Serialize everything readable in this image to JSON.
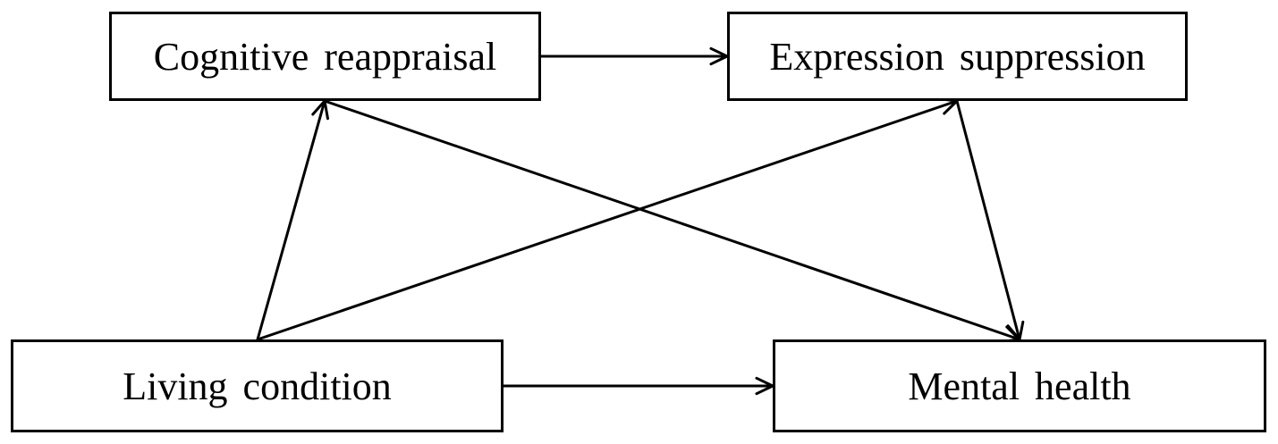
{
  "nodes": {
    "cognitive_reappraisal": {
      "label": "Cognitive reappraisal"
    },
    "expression_suppression": {
      "label": "Expression suppression"
    },
    "living_condition": {
      "label": "Living condition"
    },
    "mental_health": {
      "label": "Mental health"
    }
  },
  "edges": [
    {
      "from": "cognitive_reappraisal",
      "to": "expression_suppression"
    },
    {
      "from": "living_condition",
      "to": "cognitive_reappraisal"
    },
    {
      "from": "living_condition",
      "to": "expression_suppression"
    },
    {
      "from": "living_condition",
      "to": "mental_health"
    },
    {
      "from": "cognitive_reappraisal",
      "to": "mental_health"
    },
    {
      "from": "expression_suppression",
      "to": "mental_health"
    }
  ],
  "colors": {
    "stroke": "#000000",
    "background": "#ffffff"
  }
}
